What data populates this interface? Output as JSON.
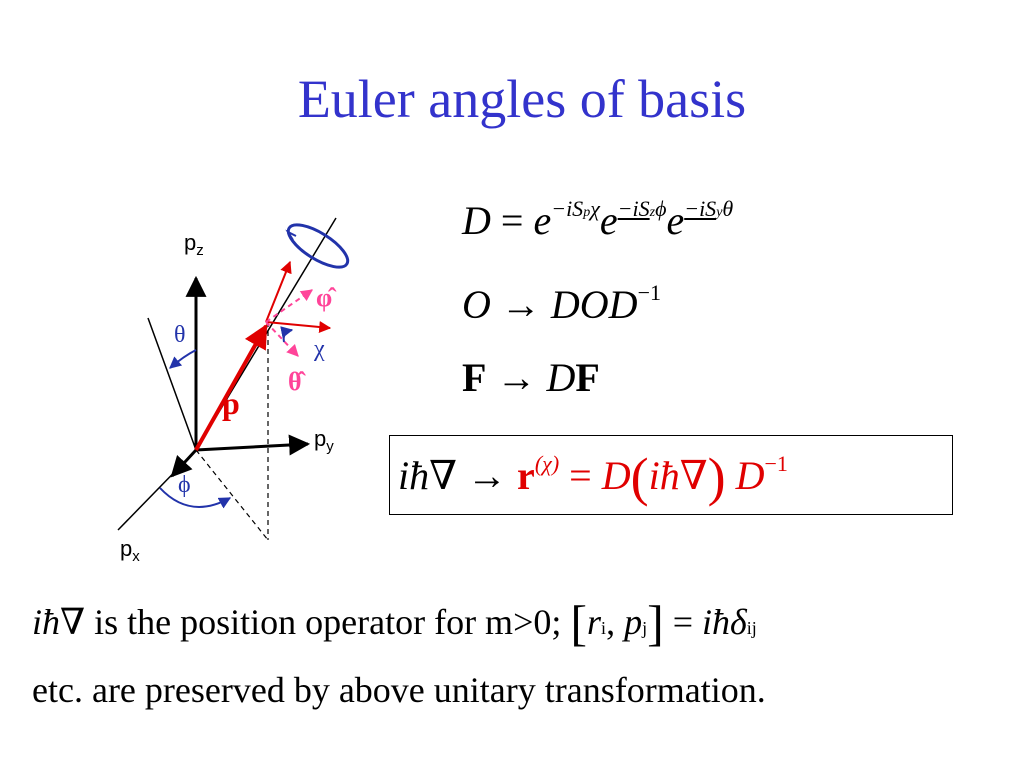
{
  "title": "Euler angles of basis",
  "diagram": {
    "pz_base": "p",
    "pz_sub": "z",
    "py_base": "p",
    "py_sub": "y",
    "px_base": "p",
    "px_sub": "x",
    "theta": "θ",
    "phi": "ϕ",
    "chi": "χ",
    "p_vec": "p",
    "phi_hat": "φ̂",
    "theta_hat": "θ̂",
    "colors": {
      "axes": "#000000",
      "p_vector": "#e00000",
      "rotation": "#2233aa",
      "pink": "#ff4499"
    }
  },
  "equations": {
    "eq1": {
      "lhs": "D",
      "eq": "=",
      "e": "e",
      "exp1": "−iS",
      "exp1_sub": "p",
      "exp1_var": "χ",
      "exp2": "−iS",
      "exp2_sub": "z",
      "exp2_var": "ϕ",
      "exp3": "−iS",
      "exp3_sub": "y",
      "exp3_var": "θ"
    },
    "eq2": {
      "lhs": "O",
      "arrow": "→",
      "rhs": "DOD",
      "exp": "−1"
    },
    "eq3": {
      "lhs": "F",
      "arrow": "→",
      "D": "D",
      "F": "F"
    },
    "boxed": {
      "lhs": "iħ∇",
      "arrow": "→",
      "r": "r",
      "r_sup": "(χ)",
      "eq": "=",
      "D": "D",
      "lp": "(",
      "mid": "iħ∇",
      "rp": ")",
      "D2": "D",
      "exp": "−1"
    }
  },
  "text": {
    "line1_a": "iħ∇",
    "line1_b": " is the position operator for m>0; ",
    "lb": "[",
    "ri": "r",
    "ri_sub": "i",
    "comma": ", ",
    "pj": "p",
    "pj_sub": "j",
    "rb": "]",
    "eq": " = ",
    "rhs": "iħδ",
    "rhs_sub": "ij",
    "line2": "etc. are preserved by above unitary transformation."
  }
}
